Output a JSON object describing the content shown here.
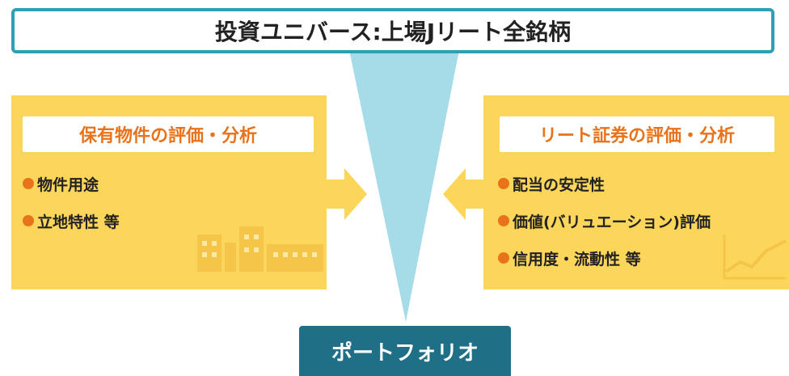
{
  "banner": {
    "title": "投資ユニバース:上場Jリート全銘柄"
  },
  "left_panel": {
    "title": "保有物件の評価・分析",
    "bullets": [
      "物件用途",
      "立地特性 等"
    ]
  },
  "right_panel": {
    "title": "リート証券の評価・分析",
    "bullets": [
      "配当の安定性",
      "価値(バリュエーション)評価",
      "信用度・流動性 等"
    ]
  },
  "portfolio": {
    "label": "ポートフォリオ"
  },
  "colors": {
    "banner_border": "#2f9fb5",
    "funnel": "#a6dbe8",
    "panel": "#fcd65a",
    "panel_text_accent": "#e8731a",
    "portfolio": "#1f6f86"
  },
  "icons": {
    "left_deco": "buildings-icon",
    "right_deco": "line-chart-icon",
    "left_arrow": "arrow-right-icon",
    "right_arrow": "arrow-left-icon"
  }
}
